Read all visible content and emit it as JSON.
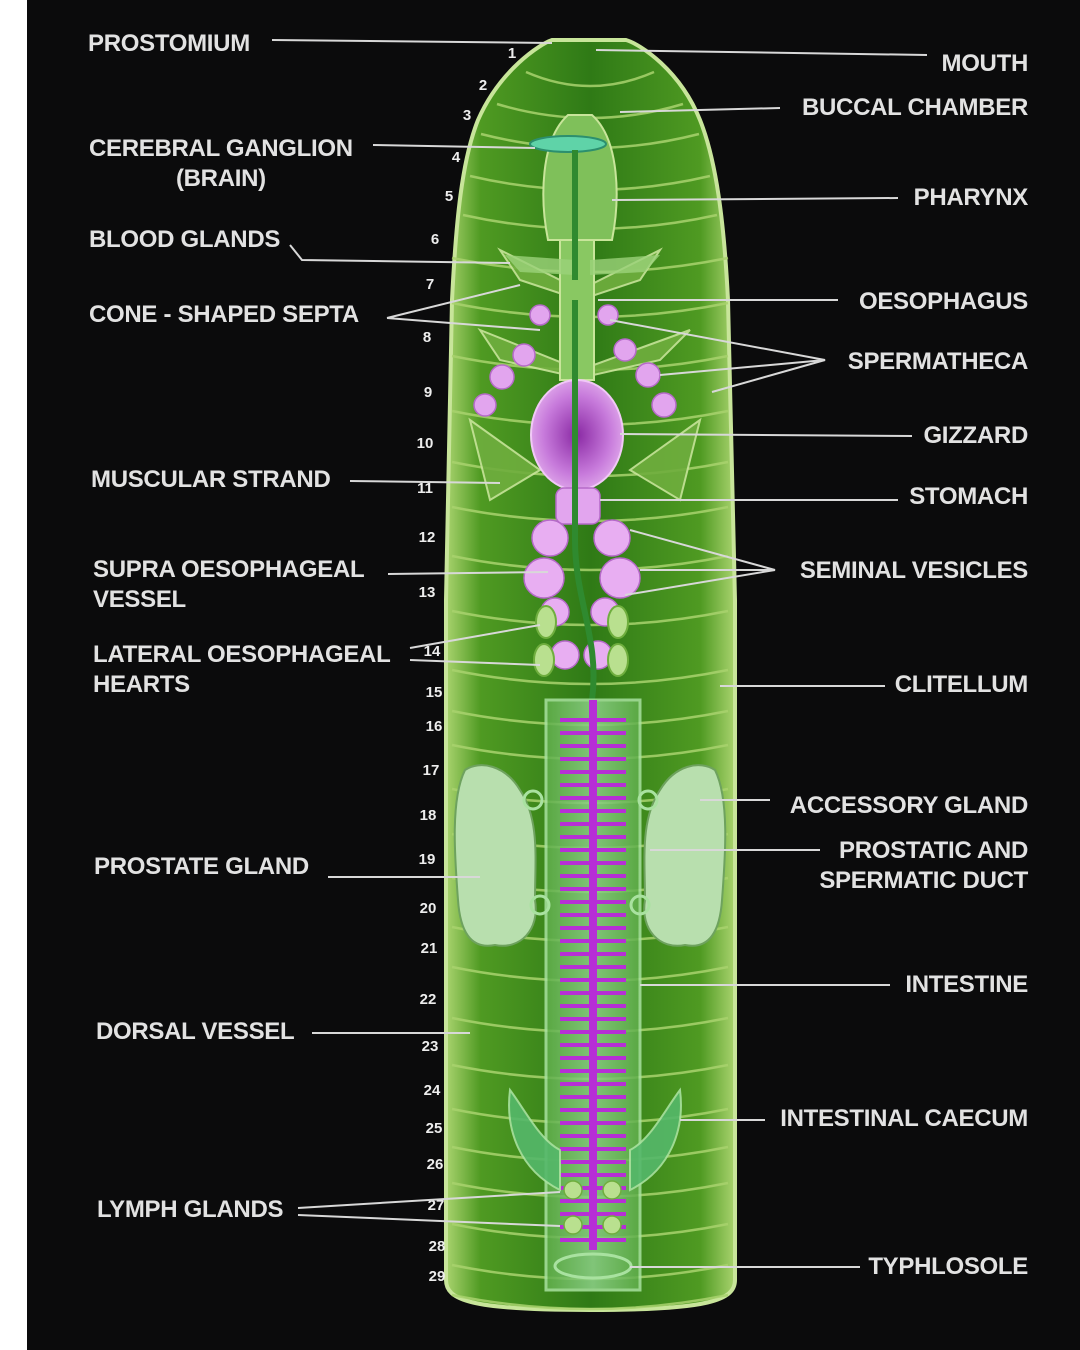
{
  "labels": {
    "prostomium": "PROSTOMIUM",
    "mouth": "MOUTH",
    "buccal_chamber": "BUCCAL CHAMBER",
    "cerebral_ganglion": [
      "CEREBRAL GANGLION",
      "(BRAIN)"
    ],
    "pharynx": "PHARYNX",
    "blood_glands": "BLOOD GLANDS",
    "oesophagus": "OESOPHAGUS",
    "cone_shaped_septa": "CONE - SHAPED SEPTA",
    "spermatheca": "SPERMATHECA",
    "gizzard": "GIZZARD",
    "muscular_strand": "MUSCULAR STRAND",
    "stomach": "STOMACH",
    "supra_oesophageal_vessel": [
      "SUPRA OESOPHAGEAL",
      "VESSEL"
    ],
    "seminal_vesicles": "SEMINAL VESICLES",
    "lateral_oesophageal_hearts": [
      "LATERAL OESOPHAGEAL",
      "HEARTS"
    ],
    "clitellum": "CLITELLUM",
    "accessory_gland": "ACCESSORY GLAND",
    "prostate_gland": "PROSTATE GLAND",
    "prostatic_and_spermatic_duct": [
      "PROSTATIC AND",
      "SPERMATIC DUCT"
    ],
    "intestine": "INTESTINE",
    "dorsal_vessel": "DORSAL VESSEL",
    "intestinal_caecum": "INTESTINAL CAECUM",
    "lymph_glands": "LYMPH GLANDS",
    "typhlosole": "TYPHLOSOLE"
  },
  "segment_numbers": [
    "1",
    "2",
    "3",
    "4",
    "5",
    "6",
    "7",
    "8",
    "9",
    "10",
    "11",
    "12",
    "13",
    "14",
    "15",
    "16",
    "17",
    "18",
    "19",
    "20",
    "21",
    "22",
    "23",
    "24",
    "25",
    "26",
    "27",
    "28",
    "29"
  ],
  "colors": {
    "background": "#0b0b0c",
    "body_green": "#3f8a1c",
    "edge_green": "#b5d98a",
    "organ_pink": "#d98ce6",
    "vessel_purple": "#b62fd6",
    "label_text": "#e2e2e2"
  }
}
